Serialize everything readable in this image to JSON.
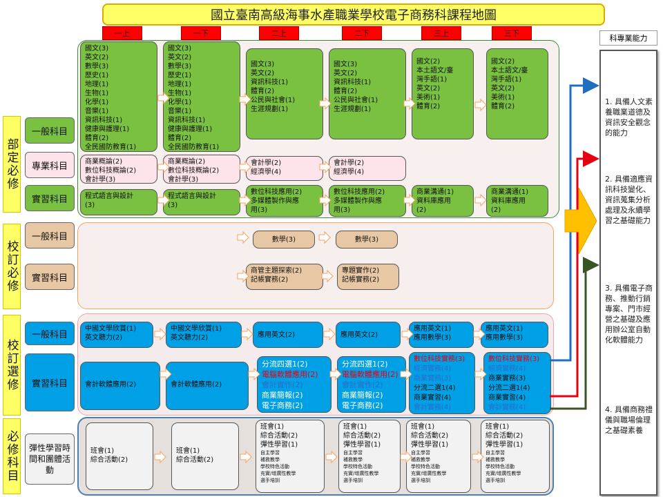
{
  "title": "國立臺南高級海事水產職業學校電子商務科課程地圖",
  "semesters": [
    "一上",
    "一下",
    "二上",
    "二下",
    "三上",
    "三下"
  ],
  "capability_header": "科專業能力",
  "capabilities": [
    "1. 具備人文素養職業道德及資訊安全觀念的能力",
    "2. 具備適應資訊科技變化、資訊蒐集分析處理及永續學習之基礎能力",
    "3. 具備電子商務、推動行銷專案、門市經營之基礎及應用辦公室自動化軟體能力",
    "4. 具備商務禮儀與職場倫理之基礎素養"
  ],
  "sections": {
    "required_dept": "部定必修",
    "school_required": "校訂必修",
    "school_elective": "校訂選修",
    "required_sub": "必修科目"
  },
  "categories": {
    "general": "一般科目",
    "professional": "專業科目",
    "practice": "實習科目",
    "flex": "彈性學習時間和團體活動"
  },
  "colors": {
    "green": "#7ac142",
    "pink": "#fde4ea",
    "tan": "#e8c8a4",
    "blue": "#00a0e6",
    "gray": "#f2f2f2",
    "red": "#e60012"
  },
  "grid": {
    "dept_general": [
      [
        "國文(3)",
        "英文(2)",
        "數學(3)",
        "歷史(1)",
        "地理(1)",
        "生物(1)",
        "化學(1)",
        "音樂(1)",
        "資訊科技(1)",
        "健康與護理(1)",
        "體育(2)",
        "全民國防教育(1)"
      ],
      [
        "國文(3)",
        "英文(2)",
        "數學(3)",
        "歷史(1)",
        "地理(1)",
        "生物(1)",
        "化學(1)",
        "音樂(1)",
        "資訊科技(1)",
        "健康與護理(1)",
        "體育(2)",
        "全民國防教育(1)"
      ],
      [
        "國文(3)",
        "英文(2)",
        "資訊科技(1)",
        "體育(2)",
        "公民與社會(1)",
        "生涯規劃(1)"
      ],
      [
        "國文(3)",
        "英文(2)",
        "資訊科技(1)",
        "體育(2)",
        "公民與社會(1)",
        "生涯規劃(1)"
      ],
      [
        "國文(2)",
        "本土語文/臺",
        "灣手語(1)",
        "英文(2)",
        "美術(1)",
        "體育(2)"
      ],
      [
        "國文(2)",
        "本土語文/臺",
        "灣手語(1)",
        "英文(2)",
        "美術(1)",
        "體育(2)"
      ]
    ],
    "dept_professional": [
      [
        "商業概論(2)",
        "數位科技概論(2)",
        "會計學(3)"
      ],
      [
        "商業概論(2)",
        "數位科技概論(2)",
        "會計學(3)"
      ],
      [
        "會計學(2)",
        "經濟學(4)"
      ],
      [
        "會計學(2)",
        "經濟學(4)"
      ]
    ],
    "dept_practice": [
      [
        "程式語言與設計",
        "(3)"
      ],
      [
        "程式語言與設計",
        "(3)"
      ],
      [
        "數位科技應用(2)",
        "多媒體製作與應",
        "用(3)"
      ],
      [
        "數位科技應用(2)",
        "多媒體製作與應",
        "用(3)"
      ],
      [
        "商業溝通(1)",
        "資料庫應用",
        "(2)"
      ],
      [
        "商業溝通(1)",
        "資料庫應用",
        "(2)"
      ]
    ],
    "sch_req_general": [
      [
        "數學(3)"
      ],
      [
        "數學(3)"
      ]
    ],
    "sch_req_practice": [
      [
        "商管主題探索(2)",
        "記帳實務(2)"
      ],
      [
        "專題實作(2)",
        "記帳實務(2)"
      ]
    ],
    "elec_general": [
      [
        "中國文學欣賞(1)",
        "英文聽力(2)"
      ],
      [
        "中國文學欣賞(1)",
        "英文聽力(2)"
      ],
      [
        "應用英文(2)"
      ],
      [
        "應用英文(2)"
      ],
      [
        "應用英文(1)",
        "應用數學(3)"
      ],
      [
        "應用英文(1)",
        "應用數學(3)"
      ]
    ],
    "elec_practice": [
      [
        {
          "t": "會計軟體應用(2)",
          "c": "k"
        }
      ],
      [
        {
          "t": "會計軟體應用(2)",
          "c": "k"
        }
      ],
      [
        {
          "t": "分流四選1(2)",
          "c": "w"
        },
        {
          "t": "電腦軟體應用(2)",
          "c": "r"
        },
        {
          "t": "會計實作(2)",
          "c": "b"
        },
        {
          "t": "商業簡報(2)",
          "c": "w"
        },
        {
          "t": "電子商務(2)",
          "c": "w"
        }
      ],
      [
        {
          "t": "分流四選1(2)",
          "c": "w"
        },
        {
          "t": "電腦軟體應用(2)",
          "c": "r"
        },
        {
          "t": "會計實作(2)",
          "c": "b"
        },
        {
          "t": "商業簡報(2)",
          "c": "w"
        },
        {
          "t": "電子商務(2)",
          "c": "w"
        }
      ],
      [
        {
          "t": "數位科技實務(3)",
          "c": "r"
        },
        {
          "t": "經濟實務(4)",
          "c": "b"
        },
        {
          "t": "商業實務(3)",
          "c": "b"
        },
        {
          "t": "分流二選1(4)",
          "c": "k"
        },
        {
          "t": "商業實習(4)",
          "c": "k"
        },
        {
          "t": "會計實務(4)",
          "c": "b"
        }
      ],
      [
        {
          "t": "數位科技實務(3)",
          "c": "r"
        },
        {
          "t": "經濟實務(4)",
          "c": "b"
        },
        {
          "t": "商業實務(3)",
          "c": "k"
        },
        {
          "t": "分流二選1(4)",
          "c": "k"
        },
        {
          "t": "商業實習(4)",
          "c": "k"
        },
        {
          "t": "會計實務(4)",
          "c": "b"
        }
      ]
    ],
    "flex": [
      [
        "班會(1)",
        "綜合活動(2)"
      ],
      [
        "班會(1)",
        "綜合活動(2)"
      ],
      [
        "班會(1)",
        "綜合活動(2)",
        "彈性學習(1)"
      ],
      [
        "班會(1)",
        "綜合活動(2)",
        "彈性學習(1)"
      ],
      [
        "班會(1)",
        "綜合活動(2)",
        "彈性學習(1)"
      ],
      [
        "班會(1)",
        "綜合活動(2)",
        "彈性學習(1)"
      ]
    ],
    "flex_small": [
      "自主學習",
      "補救教學",
      "學校特色活動",
      "充實/增廣性教學",
      "選手培訓"
    ]
  }
}
